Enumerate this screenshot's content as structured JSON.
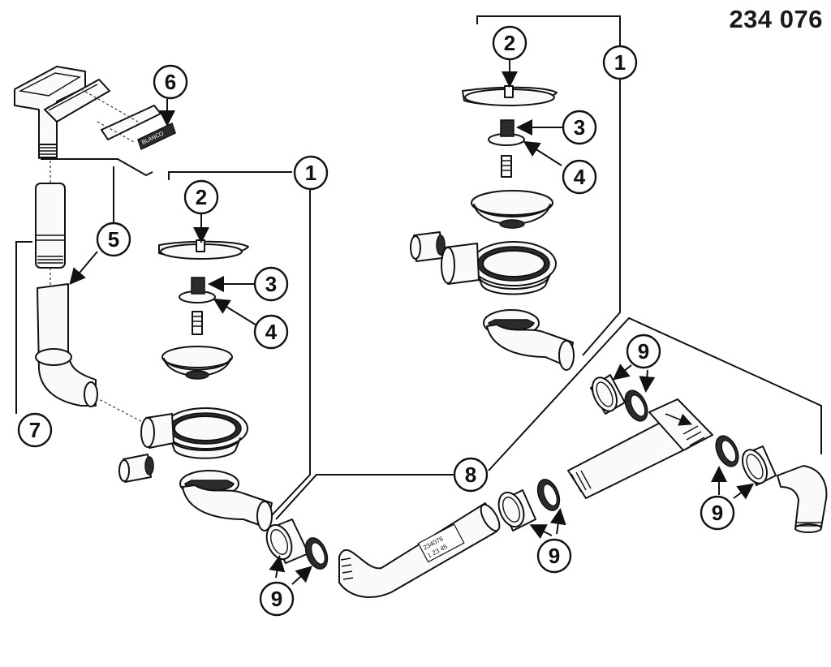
{
  "part_number": "234 076",
  "callouts": {
    "c1a": "1",
    "c2a": "2",
    "c3a": "3",
    "c4a": "4",
    "c5": "5",
    "c6": "6",
    "c7": "7",
    "c1b": "1",
    "c2b": "2",
    "c3b": "3",
    "c4b": "4",
    "c8": "8",
    "c9a": "9",
    "c9b": "9",
    "c9c": "9",
    "c9d": "9"
  },
  "pipe_label": {
    "line1": "234076",
    "line2": "1 23 45"
  },
  "overflow_logo": "BLANCO"
}
